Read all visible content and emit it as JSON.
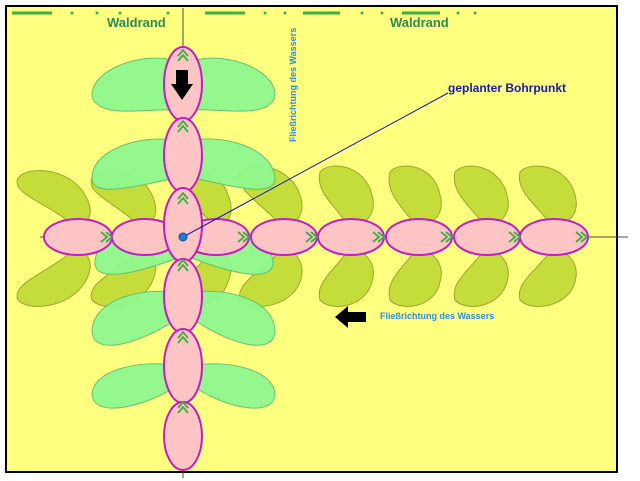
{
  "labels": {
    "forest_edge_left": "Waldrand",
    "forest_edge_right": "Waldrand",
    "planned_drill_point": "geplanter Bohrpunkt",
    "flow_direction_vertical": "Fließrichtung des Wassers",
    "flow_direction_horizontal": "Fließrichtung des Wassers"
  },
  "colors": {
    "background": "#ffff80",
    "border": "#000000",
    "forest_edge_dashes": "#3cb043",
    "vertical_lobes": "#90f890",
    "horizontal_lobes": "#c4dd3a",
    "core_ellipse": "#ffc4c4",
    "core_ellipse_stroke": "#c020c0",
    "flow_chevrons": "#3cb043",
    "drill_point": "#1a7fd0",
    "pointer_line": "#1a1aa8"
  }
}
